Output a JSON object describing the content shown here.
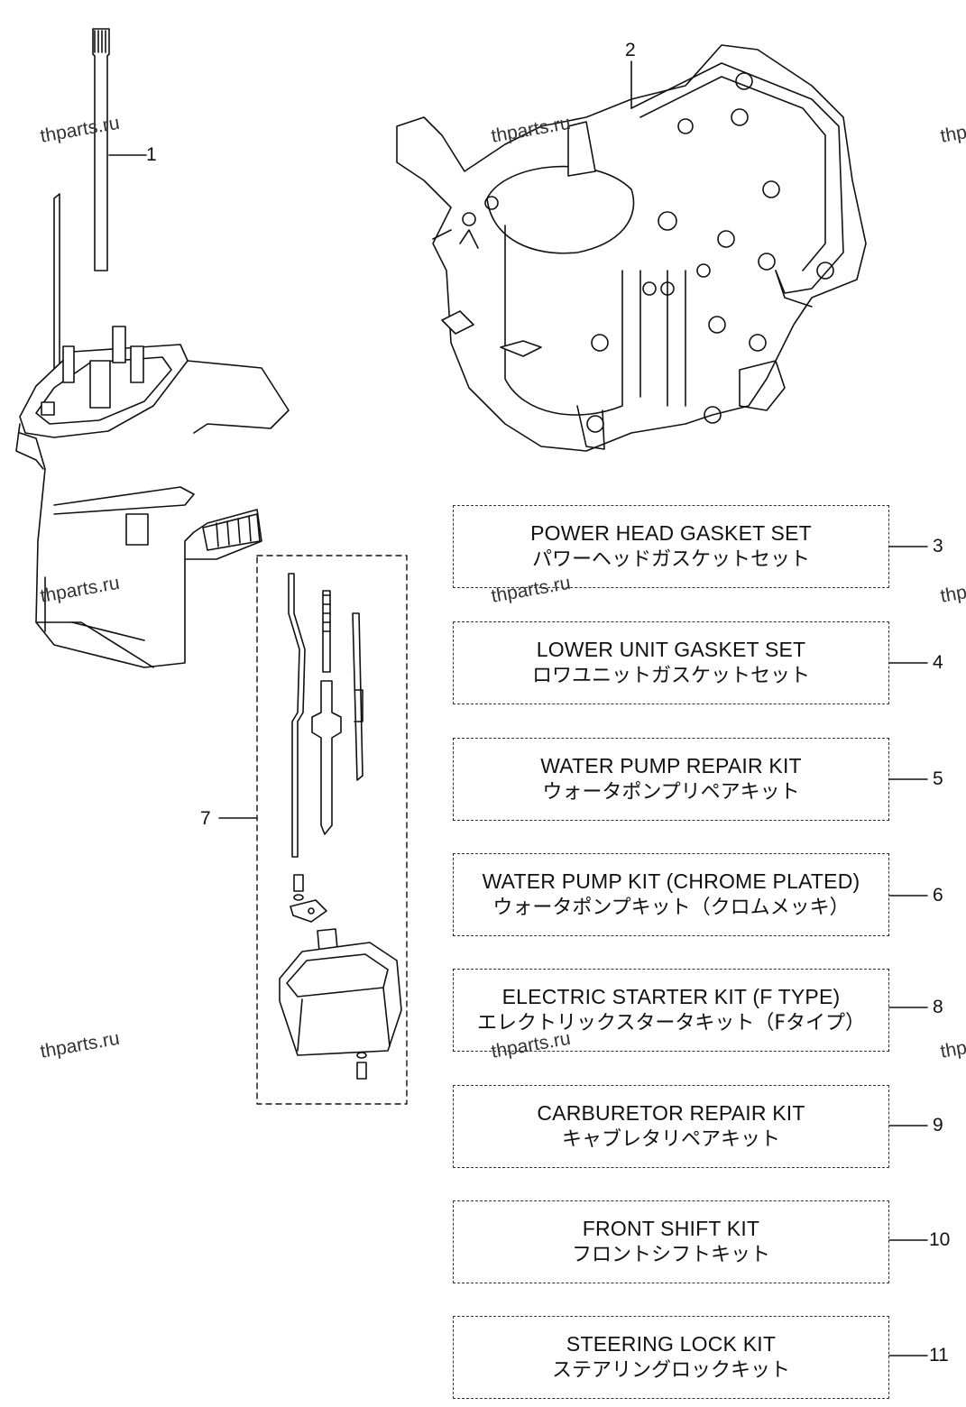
{
  "watermark": "thparts.ru",
  "callouts": {
    "p1": "1",
    "p2": "2",
    "p7": "7"
  },
  "kits": [
    {
      "num": "3",
      "en": "POWER HEAD GASKET SET",
      "jp": "パワーヘッドガスケットセット"
    },
    {
      "num": "4",
      "en": "LOWER UNIT GASKET SET",
      "jp": "ロワユニットガスケットセット"
    },
    {
      "num": "5",
      "en": "WATER PUMP REPAIR KIT",
      "jp": "ウォータポンプリペアキット"
    },
    {
      "num": "6",
      "en": "WATER PUMP KIT (CHROME PLATED)",
      "jp": "ウォータポンプキット（クロムメッキ）"
    },
    {
      "num": "8",
      "en": "ELECTRIC STARTER KIT (F TYPE)",
      "jp": "エレクトリックスタータキット（Fタイプ）"
    },
    {
      "num": "9",
      "en": "CARBURETOR REPAIR KIT",
      "jp": "キャブレタリペアキット"
    },
    {
      "num": "10",
      "en": "FRONT SHIFT KIT",
      "jp": "フロントシフトキット"
    },
    {
      "num": "11",
      "en": "STEERING LOCK KIT",
      "jp": "ステアリングロックキット"
    }
  ]
}
